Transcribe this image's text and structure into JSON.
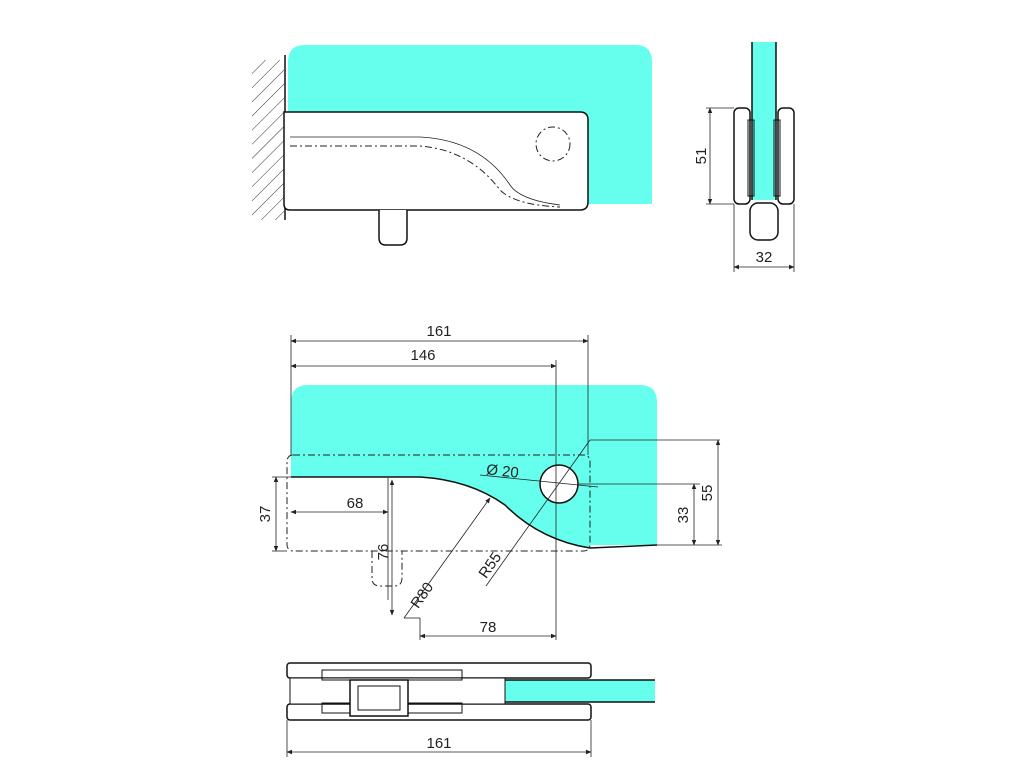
{
  "colors": {
    "glass": "#66ffee",
    "line": "#111111",
    "background": "#ffffff"
  },
  "side_view": {
    "dim_height": "51",
    "dim_width": "32"
  },
  "front_view": {
    "dim_total_length": "161",
    "dim_hole_center": "146",
    "dim_hole_diameter": "Ø 20",
    "dim_edge_depth": "68",
    "dim_body_height": "37",
    "dim_pin_offset": "76",
    "dim_radius_large": "R80",
    "dim_radius_small": "R55",
    "dim_radius_center_offset": "78",
    "dim_hole_height": "33",
    "dim_overall_height": "55"
  },
  "bottom_view": {
    "dim_total_length": "161"
  }
}
